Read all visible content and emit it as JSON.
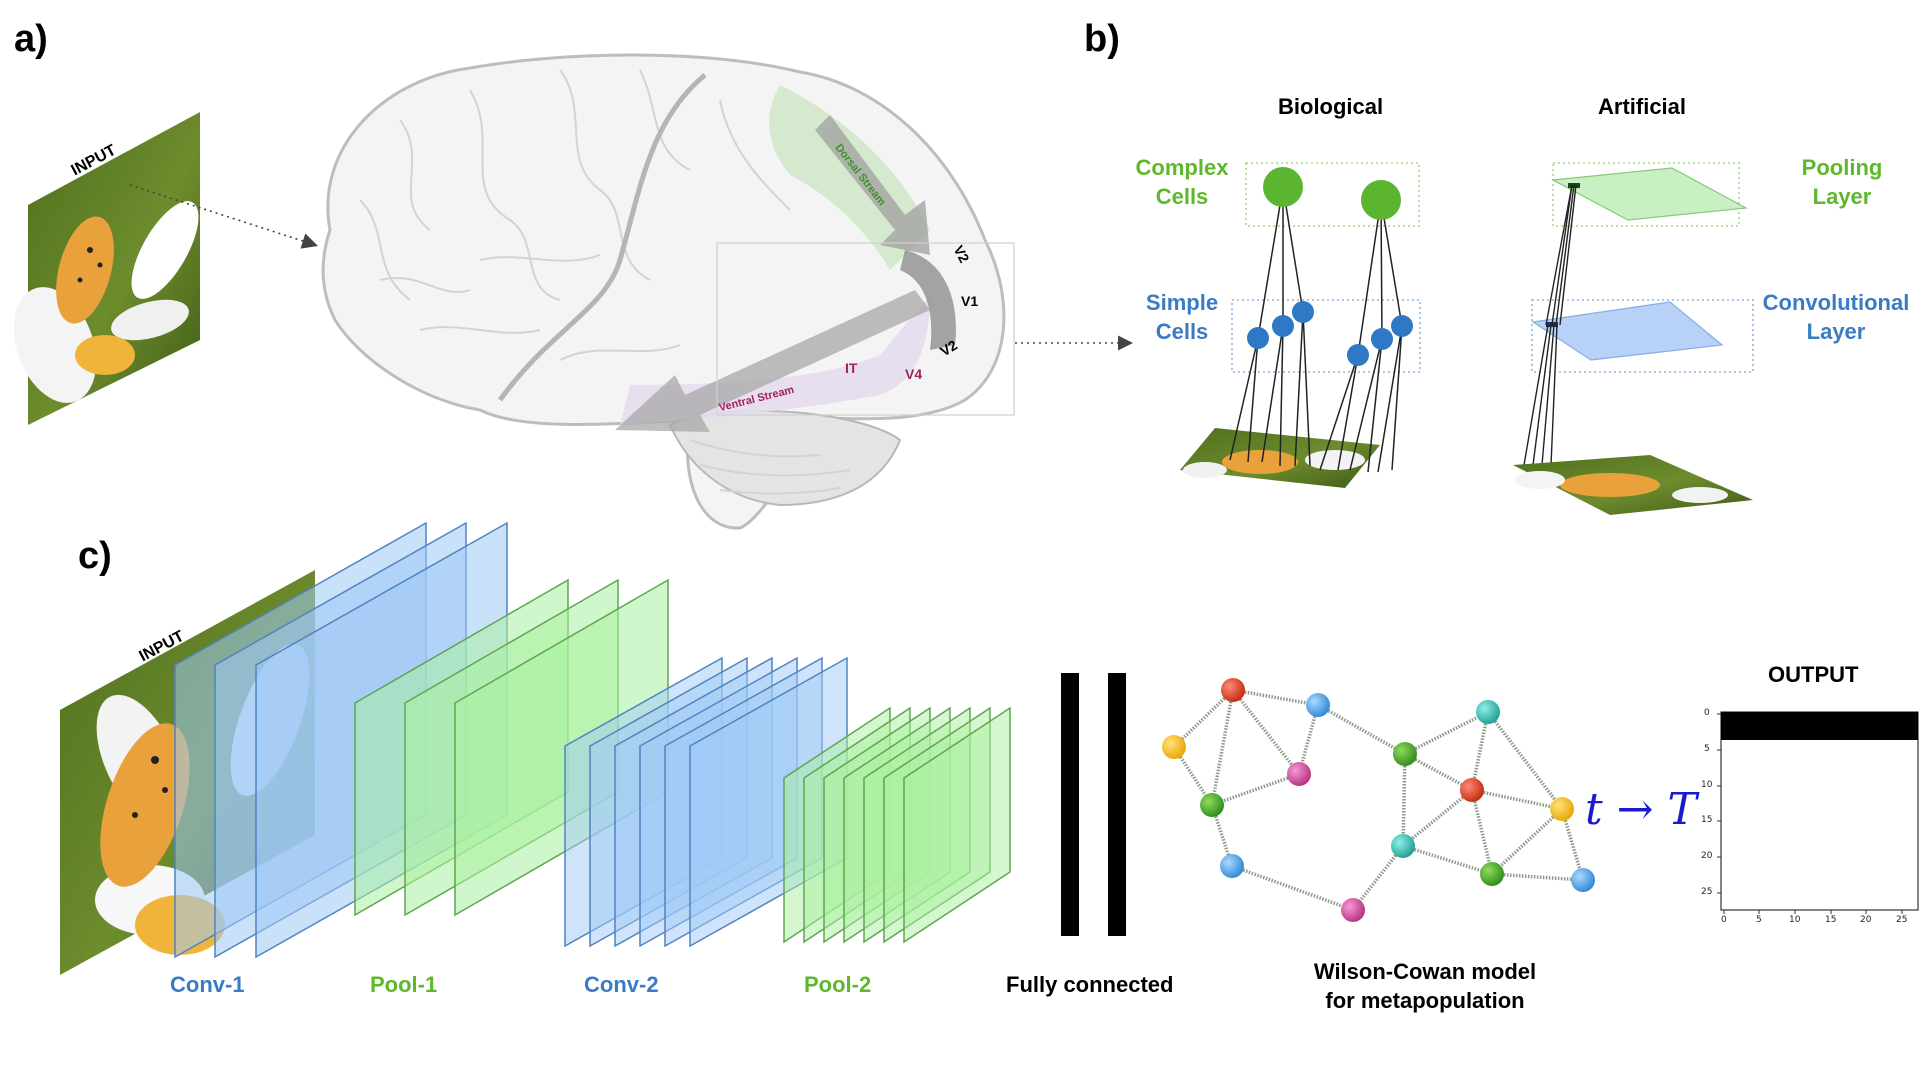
{
  "panels": {
    "a": "a)",
    "b": "b)",
    "c": "c)"
  },
  "panel_a": {
    "input_label": "INPUT",
    "dorsal_stream": "Dorsal Stream",
    "ventral_stream": "Ventral Stream",
    "v1": "V1",
    "v2_upper": "V2",
    "v2_lower": "V2",
    "v4": "V4",
    "it": "IT"
  },
  "panel_b": {
    "biological": "Biological",
    "artificial": "Artificial",
    "complex_cells": [
      "Complex",
      "Cells"
    ],
    "simple_cells": [
      "Simple",
      "Cells"
    ],
    "pooling_layer": [
      "Pooling",
      "Layer"
    ],
    "convolutional_layer": [
      "Convolutional",
      "Layer"
    ]
  },
  "panel_c": {
    "input_label": "INPUT",
    "conv1": "Conv-1",
    "pool1": "Pool-1",
    "conv2": "Conv-2",
    "pool2": "Pool-2",
    "fully_connected": "Fully connected",
    "wilson_cowan": [
      "Wilson-Cowan model",
      "for metapopulation"
    ],
    "time_evolution": "t → T",
    "output_title": "OUTPUT",
    "output_yticks": [
      "0",
      "5",
      "10",
      "15",
      "20",
      "25"
    ],
    "output_xticks": [
      "0",
      "5",
      "10",
      "15",
      "20",
      "25"
    ]
  },
  "colors": {
    "conv_blue": "#3a7cc4",
    "pool_green": "#5fb82c",
    "brain_gray": "#bdbdbd",
    "dorsal_green": "#cfe6c7",
    "ventral_purple": "#e6dcef"
  }
}
